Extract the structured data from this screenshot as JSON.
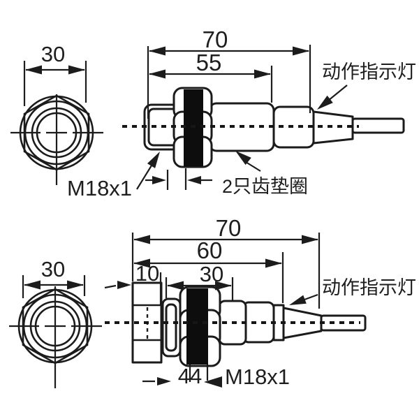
{
  "drawing": {
    "background": "#ffffff",
    "line_color": "#1b1b1b",
    "washer_fill": "#0d0d0d",
    "top": {
      "front": {
        "flats_dim": "30"
      },
      "side": {
        "dim_total": "70",
        "dim_thread": "55",
        "label_thread": "M18x1",
        "label_washers": "2只齿垫圈",
        "label_led": "动作指示灯"
      }
    },
    "bottom": {
      "front": {
        "flats_dim": "30"
      },
      "side": {
        "dim_total": "70",
        "dim_body": "60",
        "dim_nut": "30",
        "dim_tip": "10",
        "dim_washers": "44",
        "label_thread": "M18x1",
        "label_led": "动作指示灯"
      }
    }
  }
}
